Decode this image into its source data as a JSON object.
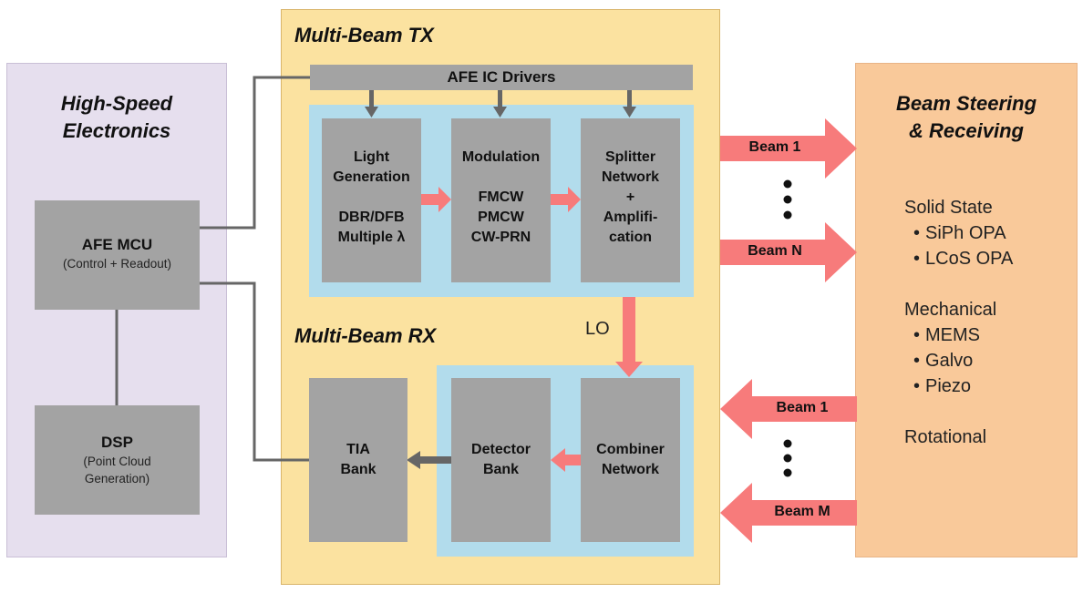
{
  "left_panel": {
    "title": "High-Speed\nElectronics",
    "afe_mcu": {
      "title": "AFE MCU",
      "subtitle": "(Control + Readout)"
    },
    "dsp": {
      "title": "DSP",
      "subtitle": "(Point Cloud\nGeneration)"
    }
  },
  "middle_panel": {
    "tx_title": "Multi-Beam TX",
    "rx_title": "Multi-Beam RX",
    "afe_drivers": "AFE IC Drivers",
    "light_generation": "Light\nGeneration\n\nDBR/DFB\nMultiple λ",
    "modulation": "Modulation\n\nFMCW\nPMCW\nCW-PRN",
    "splitter": "Splitter\nNetwork\n+\nAmplifi-\ncation",
    "lo_label": "LO",
    "tia_bank": "TIA\nBank",
    "detector_bank": "Detector\nBank",
    "combiner": "Combiner\nNetwork"
  },
  "beams": {
    "tx_first": "Beam 1",
    "tx_last": "Beam N",
    "rx_first": "Beam 1",
    "rx_last": "Beam M"
  },
  "right_panel": {
    "title": "Beam Steering\n& Receiving",
    "groups": [
      {
        "heading": "Solid State",
        "items": [
          "SiPh OPA",
          "LCoS OPA"
        ]
      },
      {
        "heading": "Mechanical",
        "items": [
          "MEMS",
          "Galvo",
          "Piezo"
        ]
      },
      {
        "heading": "Rotational",
        "items": []
      }
    ]
  },
  "colors": {
    "left_bg": "#e6dfee",
    "middle_bg": "#fbe2a0",
    "right_bg": "#f9c99a",
    "block_gray": "#a3a3a3",
    "inner_blue": "#b2dcec",
    "arrow_salmon": "#f77b7b",
    "connector_gray": "#666666"
  }
}
